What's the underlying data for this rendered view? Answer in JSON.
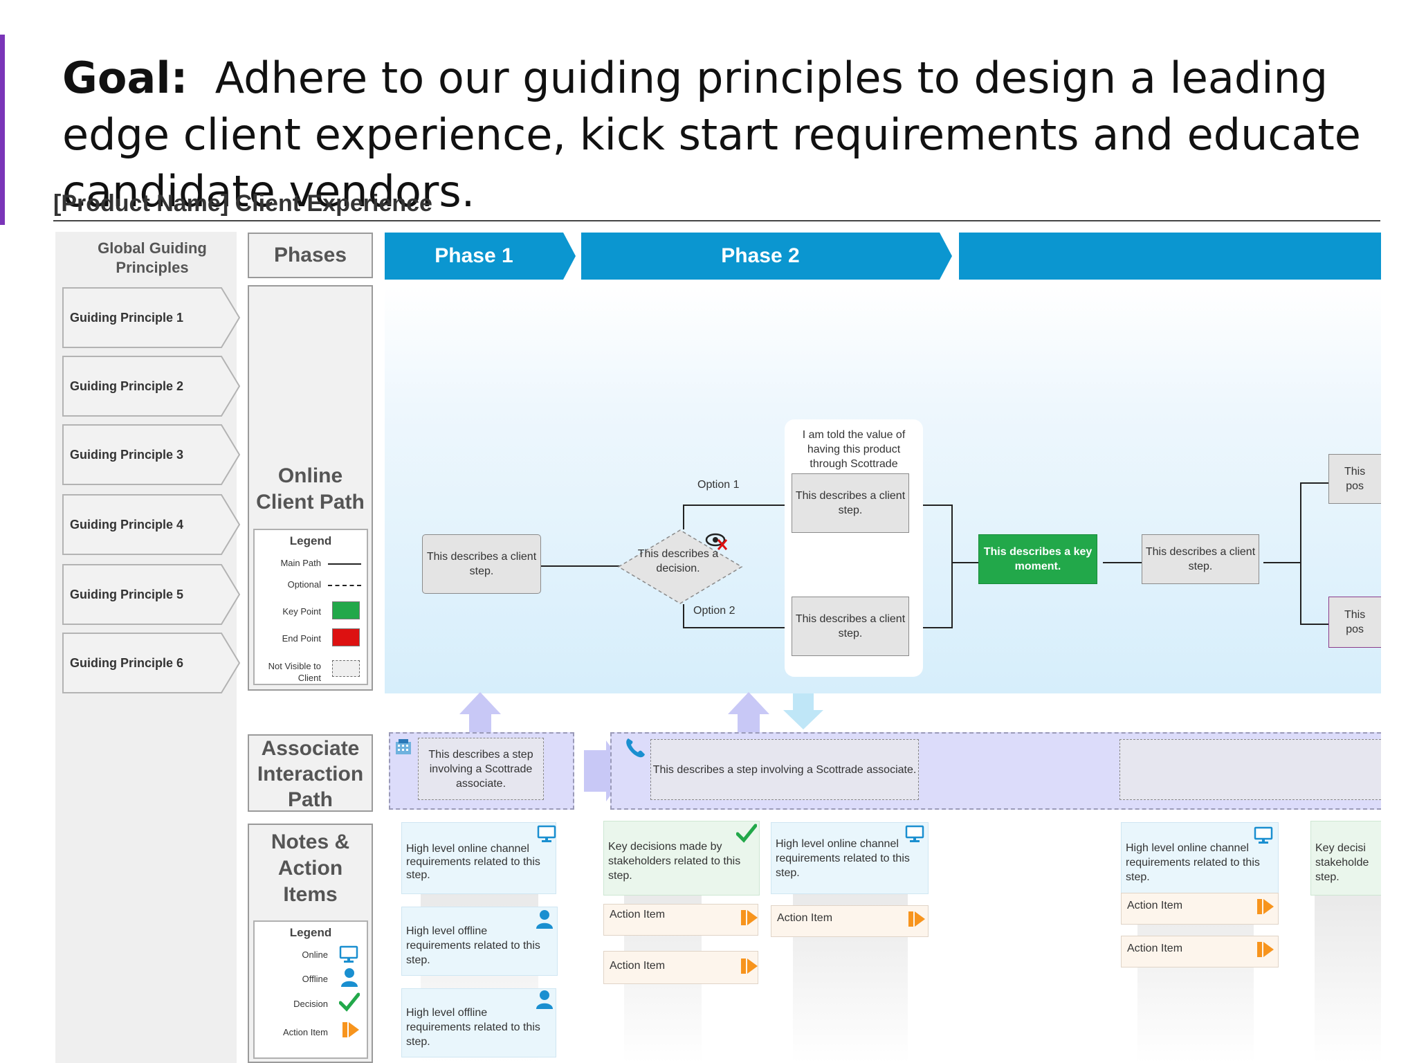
{
  "colors": {
    "accent": "#7a35b8",
    "phase_blue": "#0b96d0",
    "key_point": "#22a84a",
    "end_point": "#dd1111",
    "assoc_bg": "#dcdcfa",
    "online_note": "#e9f6fc",
    "decision_green": "#22a84a",
    "action_orange": "#f7941d"
  },
  "goal": {
    "label": "Goal:",
    "text": "Adhere to our guiding principles to design a leading edge client experience, kick start requirements and educate candidate vendors."
  },
  "subtitle": "[Product Name] Client Experience",
  "principles": {
    "title_line1": "Global Guiding",
    "title_line2": "Principles",
    "items": [
      "Guiding Principle 1",
      "Guiding Principle 2",
      "Guiding Principle 3",
      "Guiding Principle 4",
      "Guiding Principle 5",
      "Guiding Principle 6"
    ]
  },
  "rows": {
    "phases": "Phases",
    "online_line1": "Online",
    "online_line2": "Client Path",
    "assoc_line1": "Associate",
    "assoc_line2": "Interaction",
    "assoc_line3": "Path",
    "notes_line1": "Notes &",
    "notes_line2": "Action",
    "notes_line3": "Items"
  },
  "phases": [
    "Phase 1",
    "Phase 2",
    ""
  ],
  "legend_path": {
    "title": "Legend",
    "main": "Main Path",
    "optional": "Optional",
    "key": "Key Point",
    "end": "End Point",
    "nv1": "Not Visible to",
    "nv2": "Client"
  },
  "legend_notes": {
    "title": "Legend",
    "online": "Online",
    "offline": "Offline",
    "decision": "Decision",
    "action": "Action Item",
    "icons": [
      "monitor-icon",
      "person-icon",
      "checkmark-icon",
      "action-arrow-icon"
    ]
  },
  "flow": {
    "step1": "This describes a client step.",
    "decision": "This describes a decision.",
    "option1": "Option 1",
    "option2": "Option 2",
    "callout": "I am told the value of having this product through Scottrade",
    "stepA": "This describes a client step.",
    "stepB": "This describes a client step.",
    "key": "This describes a key moment.",
    "step3": "This describes a client step.",
    "cut1a": "This",
    "cut1b": "pos",
    "cut2a": "This",
    "cut2b": "pos"
  },
  "assoc": {
    "box1": "This describes a step involving a Scottrade associate.",
    "box2": "This describes a step involving a Scottrade associate."
  },
  "notes": {
    "n1": "High level online channel requirements related to this step.",
    "n2": "High level offline requirements related to this step.",
    "n3": "High level offline requirements related to this step.",
    "n4": "Key decisions made by stakeholders related to this step.",
    "n5": "High level online channel requirements related to this step.",
    "n6": "High level online channel requirements related to this step.",
    "n7": "Key decisi stakeholde step.",
    "action": "Action Item"
  }
}
